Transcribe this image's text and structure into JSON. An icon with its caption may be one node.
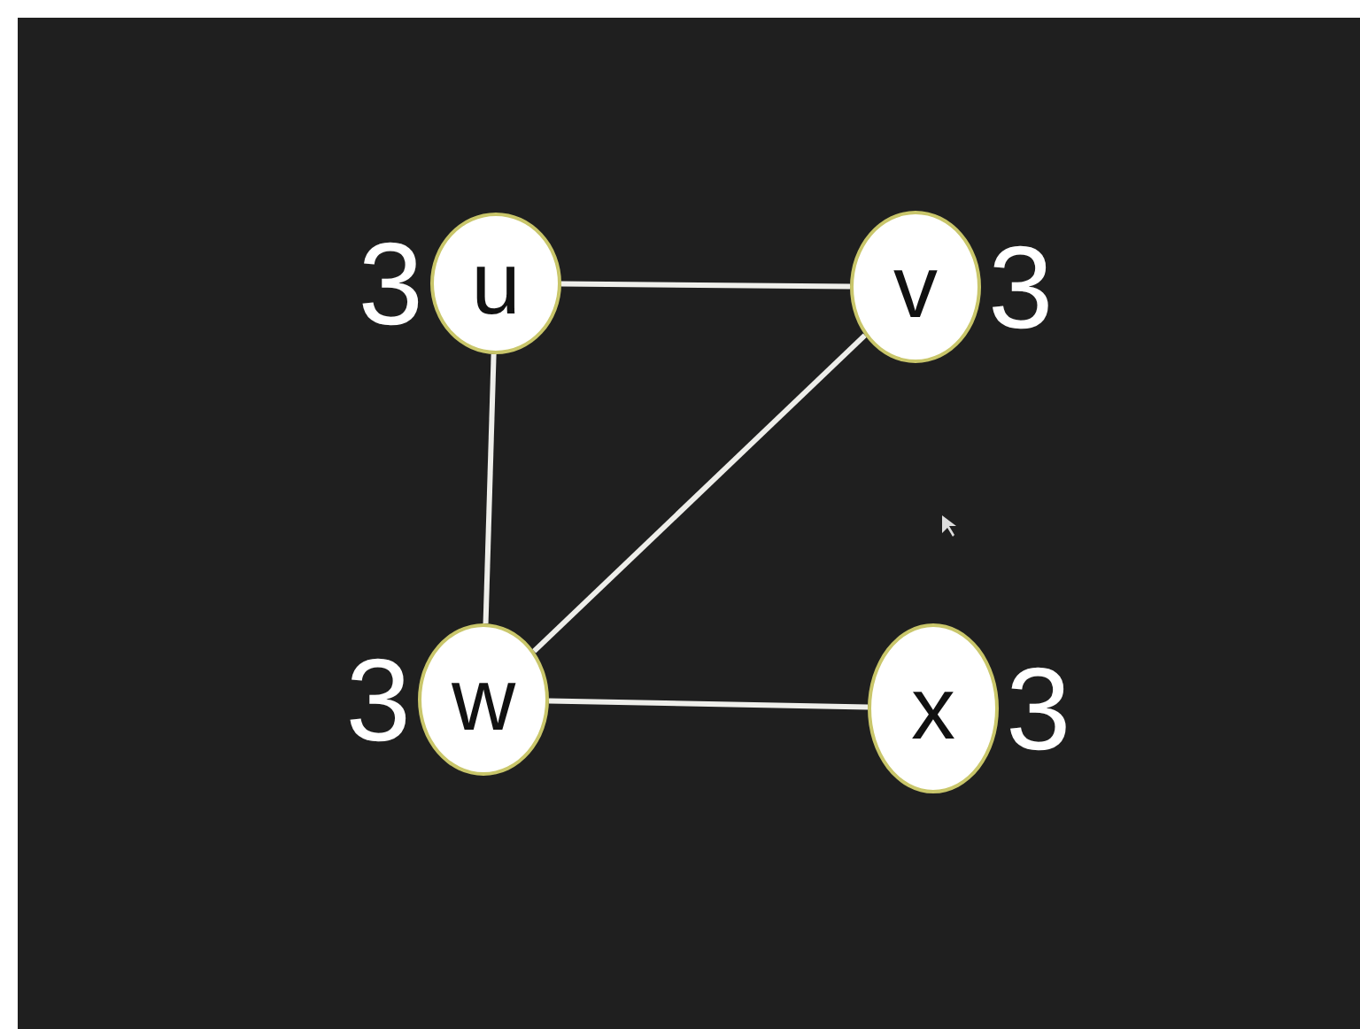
{
  "diagram": {
    "nodes": [
      {
        "text": [
          "u"
        ],
        "beside": [
          "3"
        ]
      },
      {
        "text": [
          "v"
        ],
        "beside": [
          "3"
        ]
      },
      {
        "text": [
          "w"
        ],
        "beside": [
          "3"
        ]
      },
      {
        "text": [
          "x"
        ],
        "beside": [
          "3"
        ]
      }
    ],
    "edges": [
      {
        "from": 0,
        "to": 1,
        "arrow": "none"
      },
      {
        "from": 0,
        "to": 2,
        "arrow": "none"
      },
      {
        "from": 1,
        "to": 2,
        "arrow": "none"
      },
      {
        "from": 2,
        "to": 3,
        "arrow": "none"
      }
    ]
  }
}
